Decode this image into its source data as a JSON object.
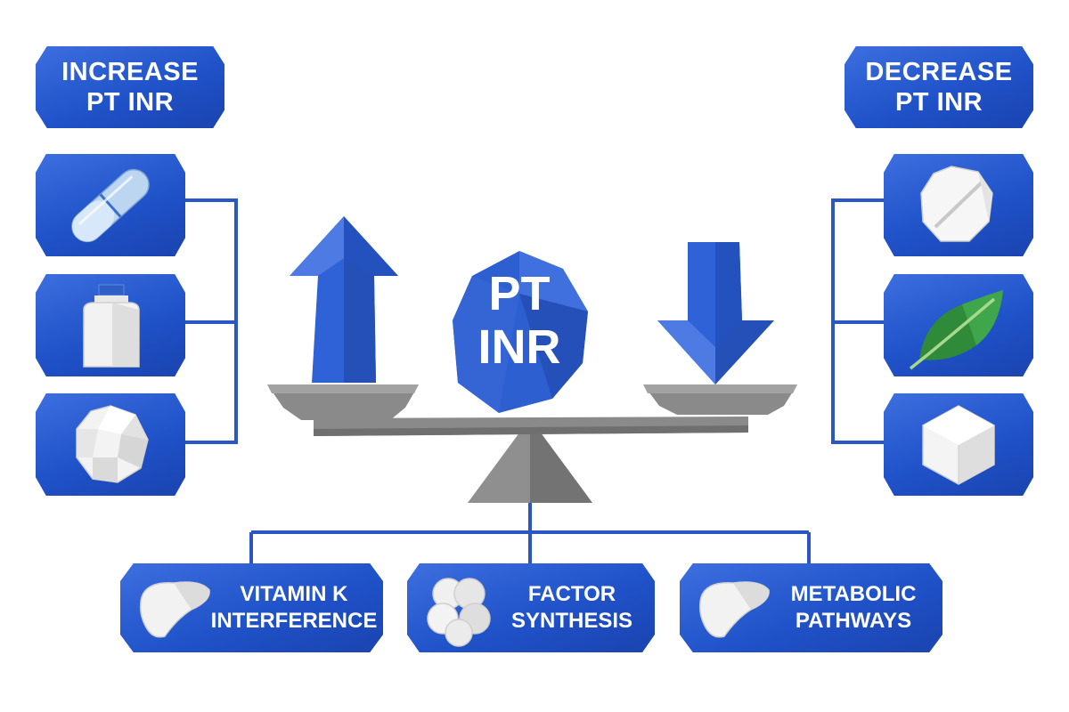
{
  "left_heading": {
    "line1": "INCREASE",
    "line2": "PT INR"
  },
  "right_heading": {
    "line1": "DECREASE",
    "line2": "PT INR"
  },
  "center": {
    "line1": "PT",
    "line2": "INR"
  },
  "left_icons": [
    "capsule-icon",
    "medicine-bottle-icon",
    "polyhedron-icon"
  ],
  "right_icons": [
    "tablet-icon",
    "leaf-icon",
    "cube-icon"
  ],
  "bottom_items": [
    {
      "line1": "VITAMIN K",
      "line2": "INTERFERENCE",
      "icon": "liver-icon"
    },
    {
      "line1": "FACTOR",
      "line2": "SYNTHESIS",
      "icon": "molecule-cluster-icon"
    },
    {
      "line1": "METABOLIC",
      "line2": "PATHWAYS",
      "icon": "liver-icon"
    }
  ],
  "colors": {
    "primary_blue": "#2052c9",
    "scale_gray": "#8a8a8a",
    "connector_blue": "#2a56c6",
    "leaf_green": "#2f8a3a"
  }
}
